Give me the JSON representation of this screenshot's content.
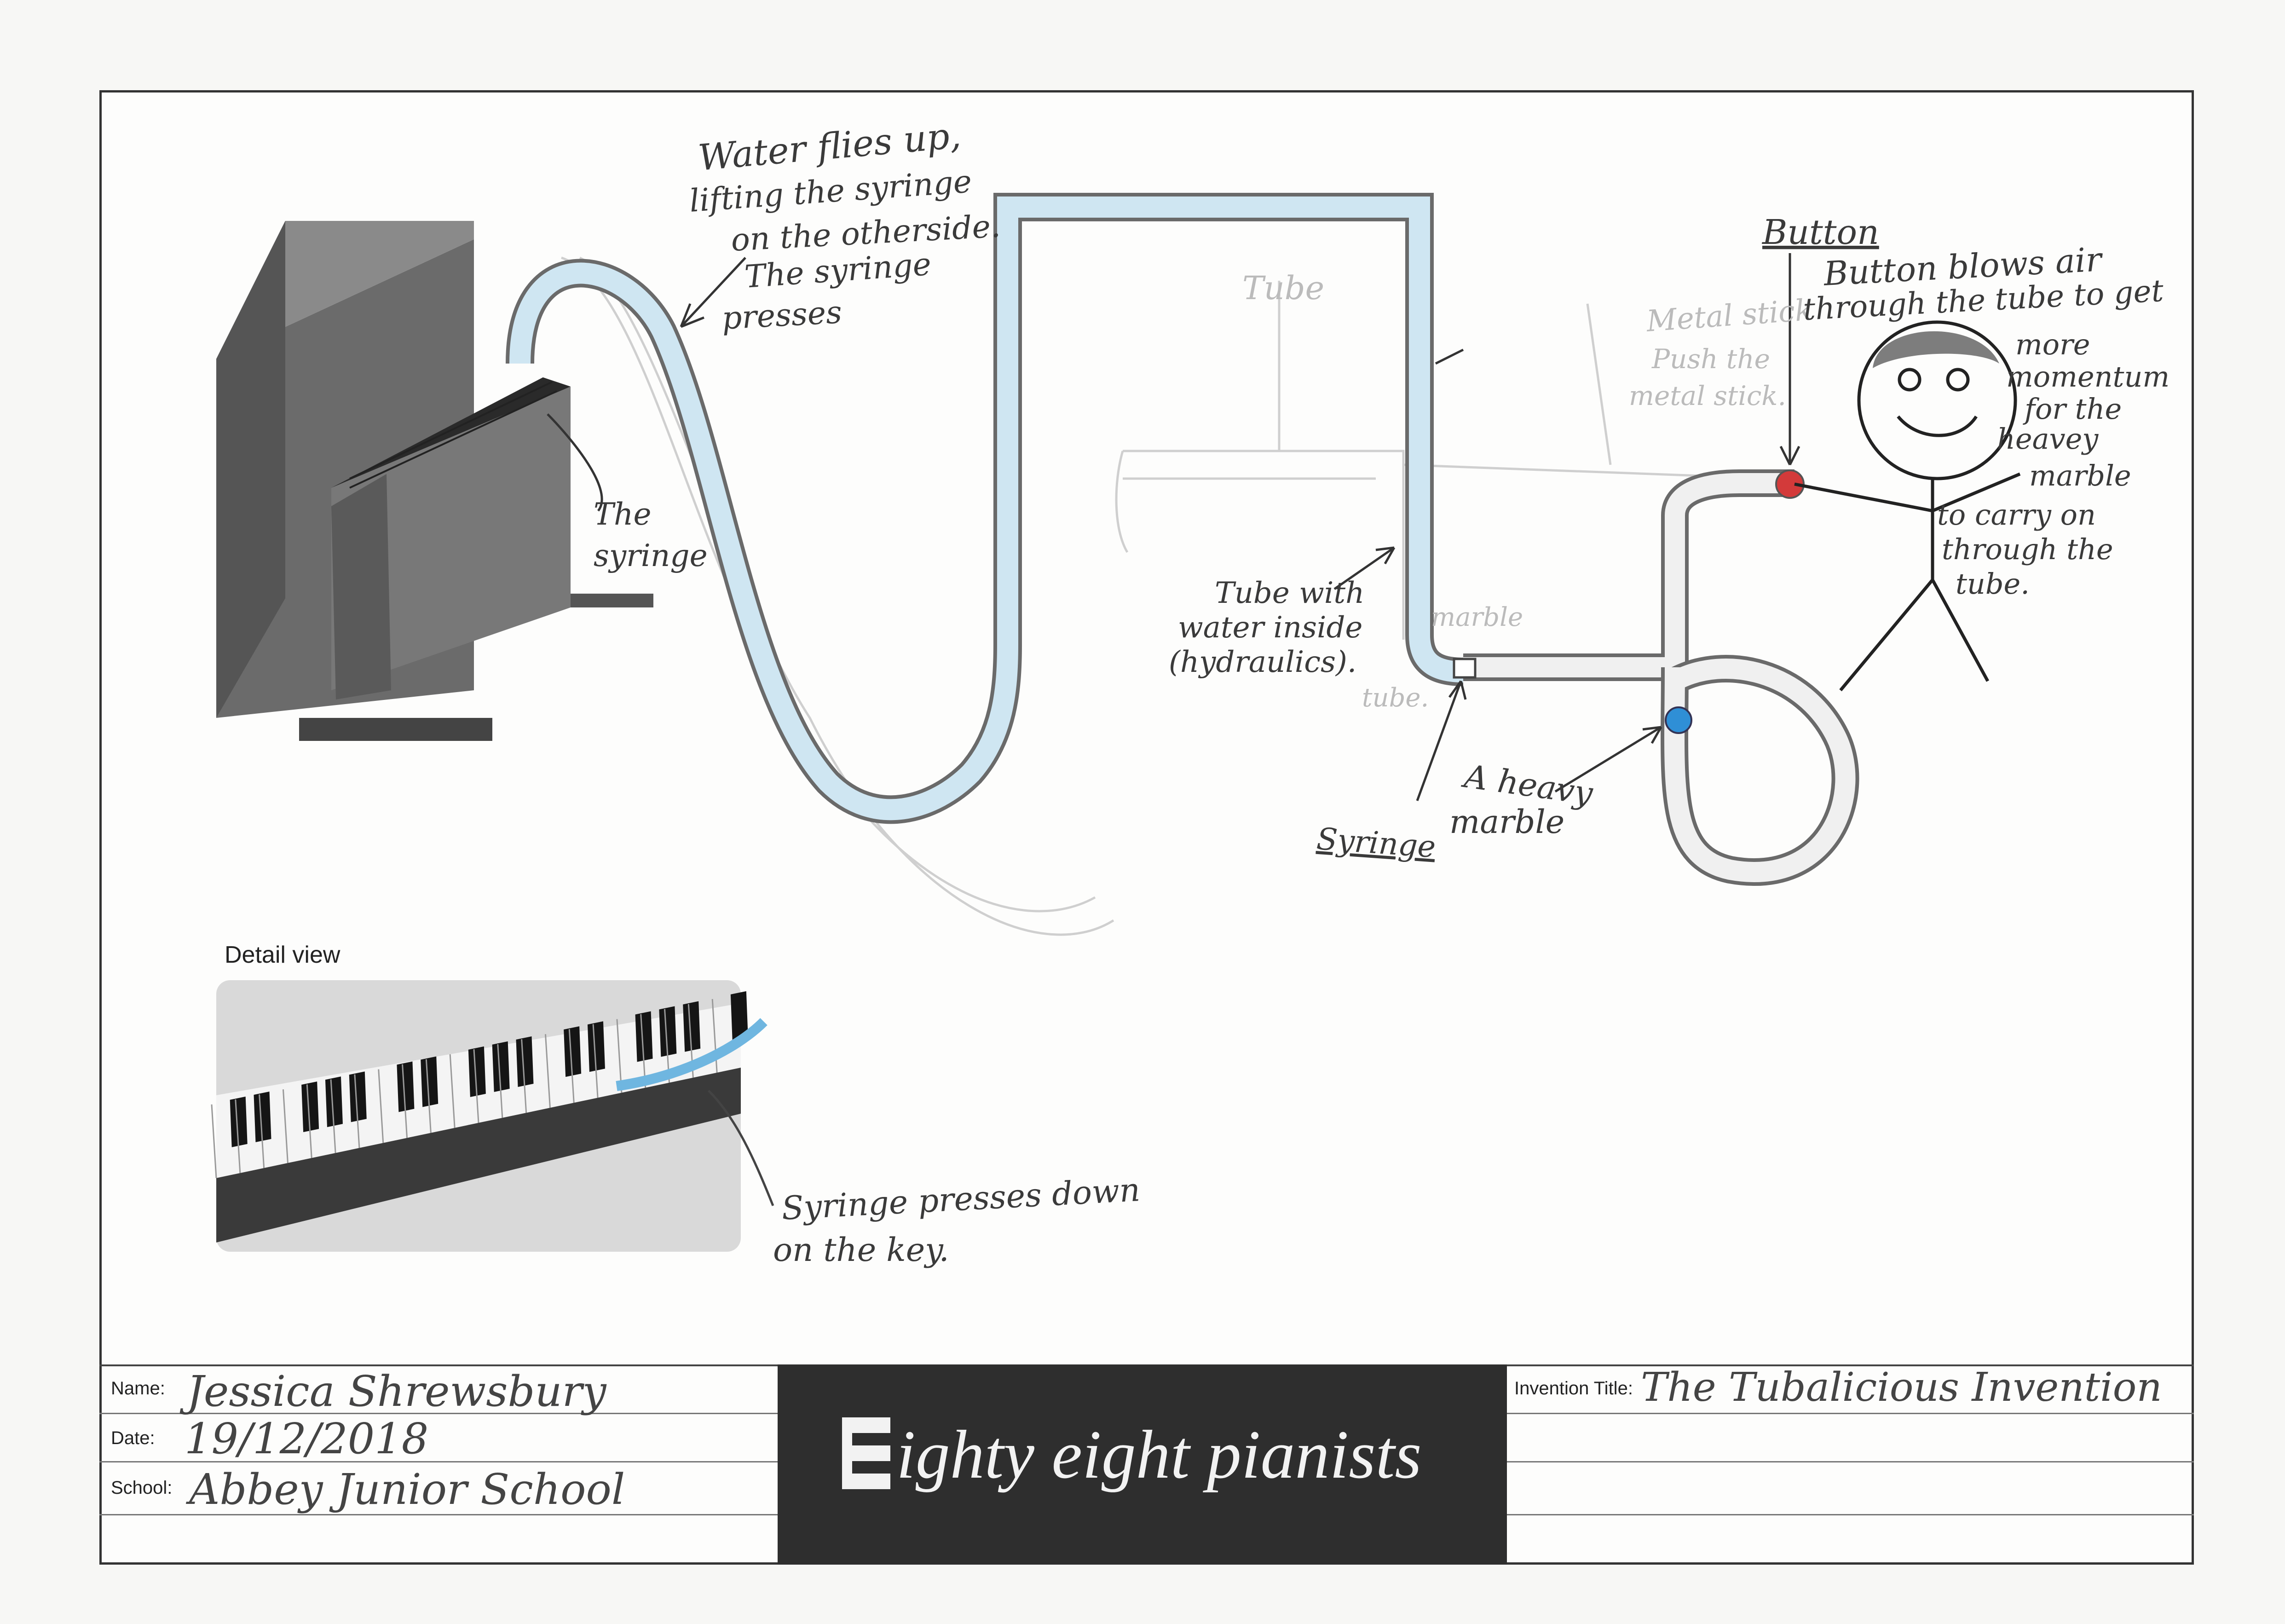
{
  "annotations": {
    "water_flies": [
      "Water flies up,",
      "lifting the syringe",
      "on the otherside.",
      "The syringe",
      "presses"
    ],
    "tube_faint": "Tube",
    "the_syringe": [
      "The",
      "syringe"
    ],
    "metal_stick": [
      "Metal stick",
      "Push the",
      "metal stick."
    ],
    "button": "Button",
    "button_blows": [
      "Button blows air",
      "through the tube to get",
      "more",
      "momentum",
      "for the",
      "heavey",
      "marble",
      "to carry on",
      "through the",
      "tube."
    ],
    "tube_water": [
      "Tube with",
      "water inside",
      "(hydraulics)."
    ],
    "marble_tube_faint": [
      "marble",
      "tube."
    ],
    "heavy_marble": [
      "A heavy",
      "marble"
    ],
    "syringe": "Syringe",
    "syringe_presses": [
      "Syringe presses down",
      "on the key."
    ]
  },
  "detail": {
    "title": "Detail view"
  },
  "title_block": {
    "name_label": "Name:",
    "name_value": "Jessica Shrewsbury",
    "date_label": "Date:",
    "date_value": "19/12/2018",
    "school_label": "School:",
    "school_value": "Abbey Junior School",
    "logo_text": "ighty eight pianists",
    "invention_label": "Invention Title:",
    "invention_value": "The Tubalicious Invention"
  },
  "colors": {
    "tube_fill": "#cfe6f2",
    "tube_edge": "#6a6a6a",
    "button_red": "#d33a3a",
    "marble_blue": "#2f8fd6",
    "logo_bg": "#2e2e2e"
  }
}
